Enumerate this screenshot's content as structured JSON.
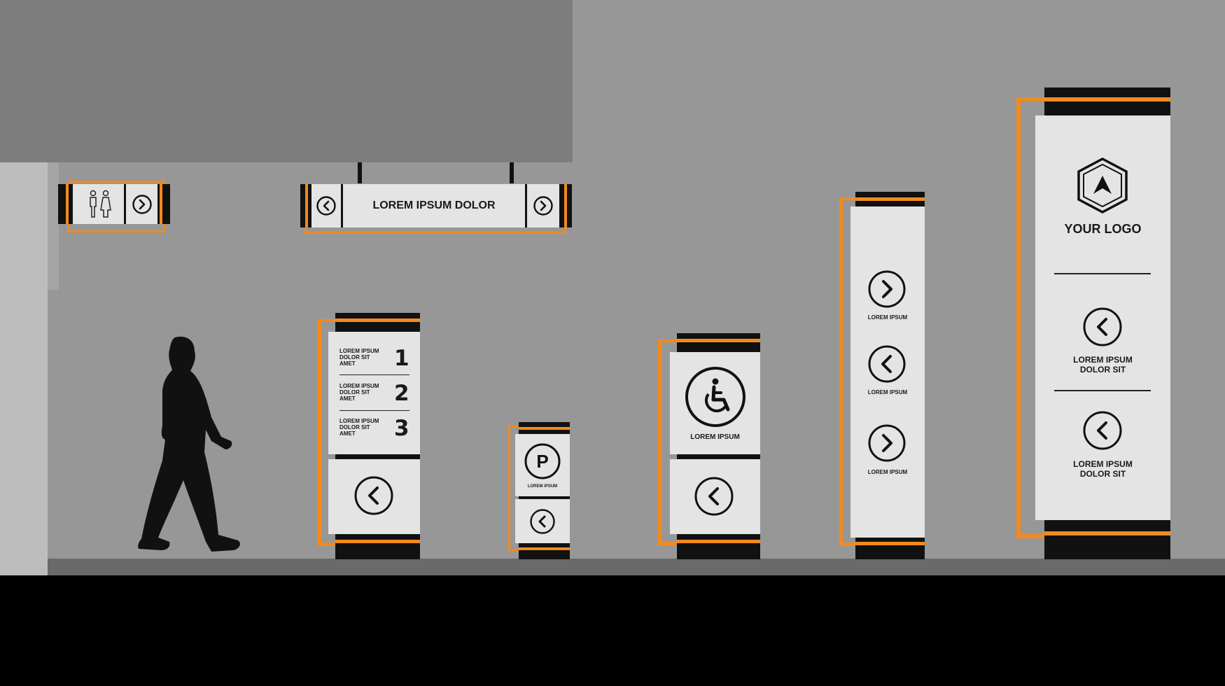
{
  "hanging_sign": {
    "label": "LOREM IPSUM DOLOR"
  },
  "directory_sign": {
    "rows": [
      {
        "text": "LOREM IPSUM\nDOLOR SIT\nAMET",
        "number": "1"
      },
      {
        "text": "LOREM IPSUM\nDOLOR SIT\nAMET",
        "number": "2"
      },
      {
        "text": "LOREM IPSUM\nDOLOR SIT\nAMET",
        "number": "3"
      }
    ]
  },
  "parking_sign": {
    "symbol": "P",
    "caption": "LOREM IPSUM"
  },
  "accessible_sign": {
    "caption": "LOREM IPSUM"
  },
  "arrow_tower": {
    "captions": [
      "LOREM IPSUM",
      "LOREM IPSUM",
      "LOREM IPSUM"
    ]
  },
  "logo_tower": {
    "logo_text": "YOUR LOGO",
    "caption_1": "LOREM IPSUM\nDOLOR SIT",
    "caption_2": "LOREM IPSUM\nDOLOR SIT"
  },
  "colors": {
    "accent": "#f28a1e",
    "wall": "#979797",
    "panel": "#e4e4e4",
    "dark": "#111111"
  },
  "icons": [
    "restroom-icon",
    "arrow-left-circle-icon",
    "arrow-right-circle-icon",
    "parking-icon",
    "wheelchair-icon",
    "hexagon-logo-icon"
  ]
}
